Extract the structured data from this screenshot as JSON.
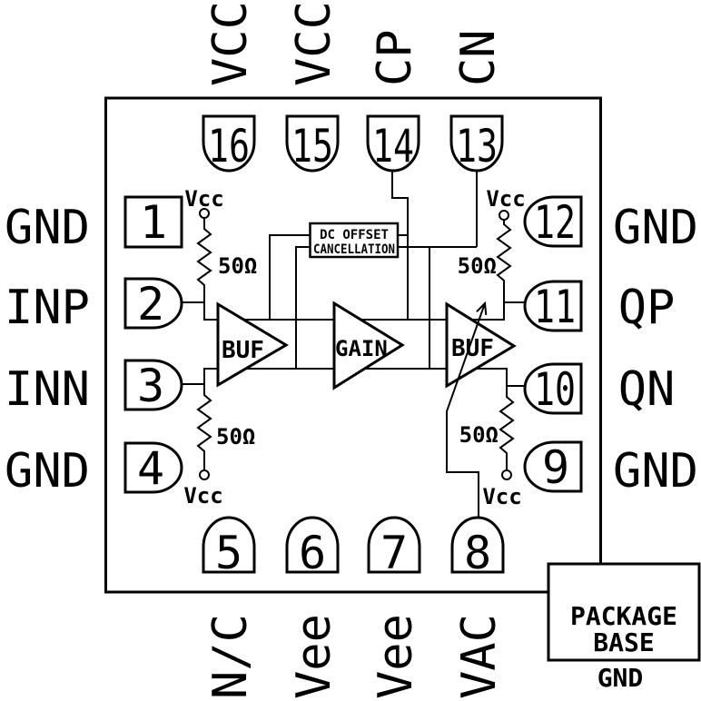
{
  "pins": {
    "top": [
      {
        "num": "16",
        "label": "VCC"
      },
      {
        "num": "15",
        "label": "VCC"
      },
      {
        "num": "14",
        "label": "CP"
      },
      {
        "num": "13",
        "label": "CN"
      }
    ],
    "left": [
      {
        "num": "1",
        "label": "GND"
      },
      {
        "num": "2",
        "label": "INP"
      },
      {
        "num": "3",
        "label": "INN"
      },
      {
        "num": "4",
        "label": "GND"
      }
    ],
    "right": [
      {
        "num": "12",
        "label": "GND"
      },
      {
        "num": "11",
        "label": "QP"
      },
      {
        "num": "10",
        "label": "QN"
      },
      {
        "num": "9",
        "label": "GND"
      }
    ],
    "bottom": [
      {
        "num": "5",
        "label": "N/C"
      },
      {
        "num": "6",
        "label": "Vee"
      },
      {
        "num": "7",
        "label": "Vee"
      },
      {
        "num": "8",
        "label": "VAC"
      }
    ]
  },
  "blocks": {
    "input_buffer": "BUF",
    "gain_stage": "GAIN",
    "output_buffer": "BUF",
    "dc_offset_line1": "DC OFFSET",
    "dc_offset_line2": "CANCELLATION"
  },
  "labels": {
    "resistor_value": "50Ω",
    "supply": "Vcc"
  },
  "package": {
    "base_line1": "PACKAGE",
    "base_line2": "BASE",
    "ground": "GND"
  },
  "colors": {
    "ink": "#000000",
    "background": "#ffffff"
  }
}
